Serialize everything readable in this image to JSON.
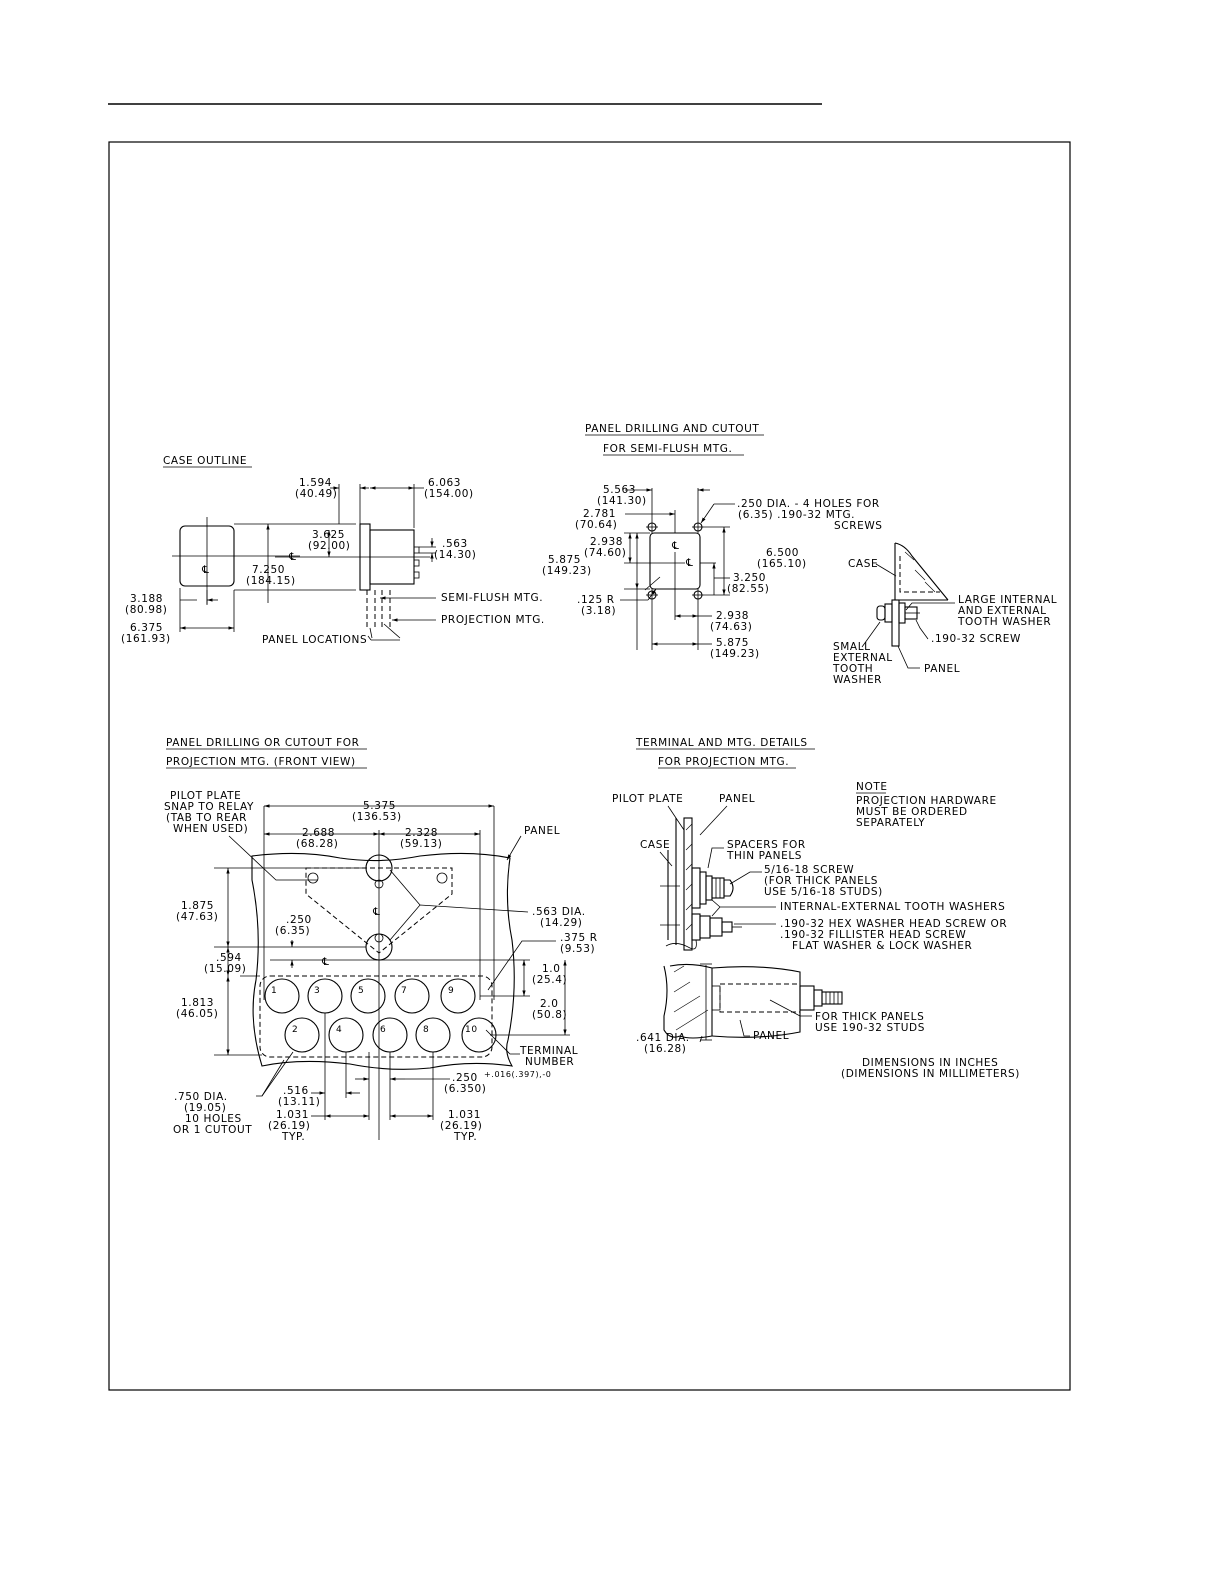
{
  "case_outline": {
    "title": "CASE OUTLINE",
    "labels": {
      "d1594": "1.594",
      "d1594mm": "(40.49)",
      "d6063": "6.063",
      "d6063mm": "(154.00)",
      "d3625": "3.625",
      "d3625mm": "(92.00)",
      "d563": ".563",
      "d563mm": "(14.30)",
      "d7250": "7.250",
      "d7250mm": "(184.15)",
      "d3188": "3.188",
      "d3188mm": "(80.98)",
      "d6375": "6.375",
      "d6375mm": "(161.93)",
      "semiflush": "SEMI-FLUSH MTG.",
      "projection": "PROJECTION MTG.",
      "panel_locations": "PANEL LOCATIONS"
    }
  },
  "semi_flush": {
    "title1": "PANEL DRILLING AND CUTOUT",
    "title2": "FOR SEMI-FLUSH MTG.",
    "labels": {
      "d5563": "5.563",
      "d5563mm": "(141.30)",
      "d2781": "2.781",
      "d2781mm": "(70.64)",
      "d2938": "2.938",
      "d2938mm": "(74.60)",
      "d5875": "5.875",
      "d5875mm": "(149.23)",
      "holes1": ".250 DIA. - 4 HOLES FOR",
      "holes2": "(6.35)      .190-32 MTG.",
      "holes3": "SCREWS",
      "d6500": "6.500",
      "d6500mm": "(165.10)",
      "d3250": "3.250",
      "d3250mm": "(82.55)",
      "d125": ".125 R",
      "d125mm": "(3.18)",
      "d2938b": "2.938",
      "d2938bmm": "(74.63)",
      "d5875b": "5.875",
      "d5875bmm": "(149.23)"
    }
  },
  "mount_detail": {
    "case": "CASE",
    "large1": "LARGE INTERNAL",
    "large2": "AND EXTERNAL",
    "large3": "TOOTH WASHER",
    "screw": ".190-32 SCREW",
    "small1": "SMALL",
    "small2": "EXTERNAL",
    "small3": "TOOTH",
    "small4": "WASHER",
    "panel": "PANEL"
  },
  "projection_front": {
    "title1": "PANEL DRILLING OR CUTOUT FOR",
    "title2": "PROJECTION MTG. (FRONT VIEW)",
    "labels": {
      "pilot1": "PILOT PLATE",
      "pilot2": "SNAP TO RELAY",
      "pilot3": "(TAB TO REAR",
      "pilot4": "WHEN USED)",
      "d5375": "5.375",
      "d5375mm": "(136.53)",
      "d2688": "2.688",
      "d2688mm": "(68.28)",
      "d2328": "2.328",
      "d2328mm": "(59.13)",
      "panel": "PANEL",
      "d1875": "1.875",
      "d1875mm": "(47.63)",
      "d250": ".250",
      "d250mm": "(6.35)",
      "d563dia": ".563 DIA.",
      "d563diamm": "(14.29)",
      "d375r": ".375 R",
      "d375rmm": "(9.53)",
      "d594": ".594",
      "d594mm": "(15.09)",
      "d10": "1.0",
      "d10mm": "(25.4)",
      "d1813": "1.813",
      "d1813mm": "(46.05)",
      "d20": "2.0",
      "d20mm": "(50.8)",
      "terminal1": "TERMINAL",
      "terminal2": "NUMBER",
      "d250tol": ".250",
      "d250tolsup": "+.016(.397),-0",
      "d250tolmm": "(6.350)",
      "d750": ".750 DIA.",
      "d750mm": "(19.05)",
      "holes": "10 HOLES",
      "cutout": "OR 1 CUTOUT",
      "d516": ".516",
      "d516mm": "(13.11)",
      "d1031a": "1.031",
      "d1031amm": "(26.19)",
      "typa": "TYP.",
      "d1031b": "1.031",
      "d1031bmm": "(26.19)",
      "typb": "TYP."
    },
    "terminals": [
      "1",
      "3",
      "5",
      "7",
      "9",
      "2",
      "4",
      "6",
      "8",
      "10"
    ]
  },
  "terminal_details": {
    "title1": "TERMINAL AND MTG. DETAILS",
    "title2": "FOR PROJECTION MTG.",
    "labels": {
      "pilot": "PILOT PLATE",
      "panel": "PANEL",
      "case": "CASE",
      "spacers1": "SPACERS FOR",
      "spacers2": "THIN PANELS",
      "screw1": "5/16-18 SCREW",
      "screw2": "(FOR THICK PANELS",
      "screw3": "USE 5/16-18 STUDS)",
      "washers": "INTERNAL-EXTERNAL TOOTH WASHERS",
      "hex1": ".190-32 HEX WASHER HEAD SCREW OR",
      "hex2": ".190-32 FILLISTER HEAD SCREW",
      "hex3": "FLAT WASHER & LOCK WASHER",
      "thick1": "FOR THICK PANELS",
      "thick2": "USE  190-32 STUDS",
      "d641": ".641 DIA.",
      "d641mm": "(16.28)",
      "panel2": "PANEL"
    }
  },
  "note": {
    "title": "NOTE",
    "line1": "PROJECTION HARDWARE",
    "line2": "MUST BE ORDERED",
    "line3": "SEPARATELY"
  },
  "dims_note": {
    "line1": "DIMENSIONS IN INCHES",
    "line2": "(DIMENSIONS IN MILLIMETERS)"
  }
}
